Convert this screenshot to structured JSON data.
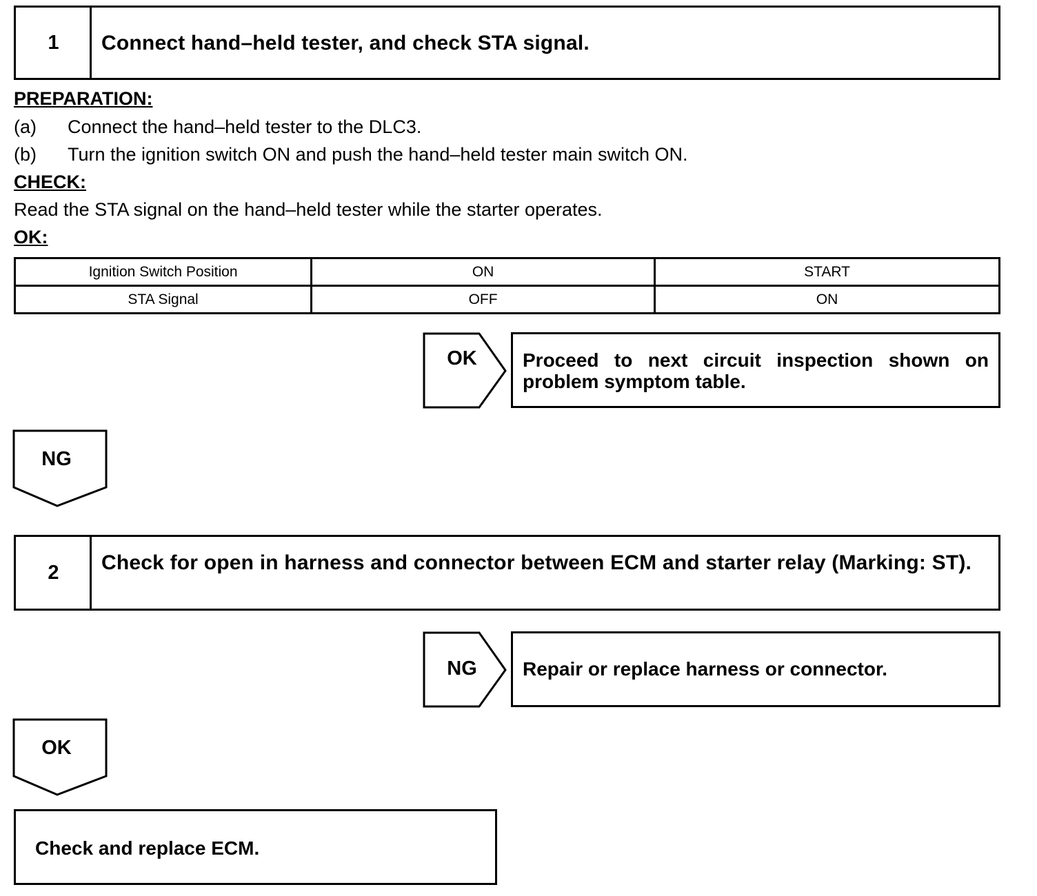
{
  "step1": {
    "number": "1",
    "title": "Connect hand–held tester, and check STA signal."
  },
  "preparation": {
    "heading": "PREPARATION:",
    "items": [
      {
        "label": "(a)",
        "text": "Connect the hand–held tester to the DLC3."
      },
      {
        "label": "(b)",
        "text": "Turn the ignition switch ON and push the hand–held tester main switch ON."
      }
    ]
  },
  "check": {
    "heading": "CHECK:",
    "text": "Read the STA signal on the hand–held tester while the starter operates."
  },
  "ok_spec": {
    "heading": "OK:",
    "table": [
      [
        "Ignition Switch Position",
        "ON",
        "START"
      ],
      [
        "STA Signal",
        "OFF",
        "ON"
      ]
    ]
  },
  "flow1": {
    "ok_label": "OK",
    "ok_result": "Proceed to next circuit inspection shown on problem symptom table.",
    "ng_label": "NG"
  },
  "step2": {
    "number": "2",
    "title": "Check for open in harness and connector between ECM and starter relay (Marking: ST)."
  },
  "flow2": {
    "ng_label": "NG",
    "ng_result": "Repair or replace harness or connector.",
    "ok_label": "OK"
  },
  "final": {
    "text": "Check and replace ECM."
  }
}
